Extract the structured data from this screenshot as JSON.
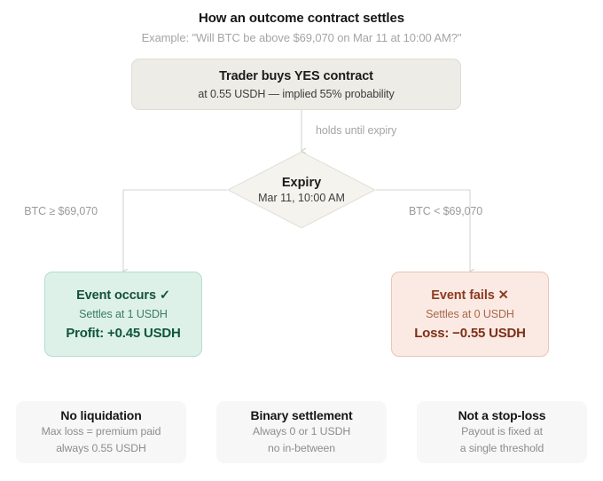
{
  "header": {
    "title": "How an outcome contract settles",
    "subtitle": "Example: \"Will BTC be above $69,070 on Mar 11 at 10:00 AM?\""
  },
  "flow": {
    "buy_node": {
      "title": "Trader buys YES contract",
      "subtitle": "at 0.55 USDH — implied 55% probability"
    },
    "edge_holds": "holds until expiry",
    "expiry_node": {
      "title": "Expiry",
      "subtitle": "Mar 11, 10:00 AM"
    },
    "branch_left_label": "BTC ≥ $69,070",
    "branch_right_label": "BTC < $69,070",
    "success_node": {
      "title": "Event occurs ✓",
      "settles": "Settles at 1 USDH",
      "result": "Profit: +0.45 USDH"
    },
    "fail_node": {
      "title": "Event fails ✕",
      "settles": "Settles at 0 USDH",
      "result": "Loss: −0.55 USDH"
    }
  },
  "footer_cards": [
    {
      "title": "No liquidation",
      "line1": "Max loss = premium paid",
      "line2": "always 0.55 USDH"
    },
    {
      "title": "Binary settlement",
      "line1": "Always 0 or 1 USDH",
      "line2": "no in-between"
    },
    {
      "title": "Not a stop-loss",
      "line1": "Payout is fixed at",
      "line2": "a single threshold"
    }
  ],
  "colors": {
    "page_background": "#ffffff",
    "neutral_node_fill": "#eeece6",
    "neutral_node_border": "#dedcd4",
    "success_fill": "#ddf1e9",
    "success_border": "#b4ddcd",
    "success_text": "#15513a",
    "fail_fill": "#faeae3",
    "fail_border": "#e9c6b5",
    "fail_text": "#8d3a21",
    "connector": "#d4d4d4",
    "muted_text": "#a5a5a5",
    "footer_card_fill": "#f7f7f7"
  }
}
